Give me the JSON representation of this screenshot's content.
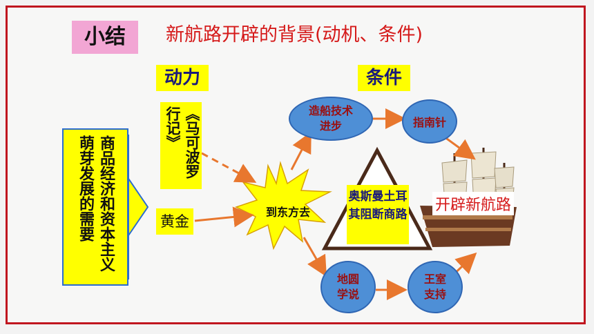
{
  "header": {
    "summary_label": "小结",
    "title": "新航路开辟的背景(动机、条件)"
  },
  "columns": {
    "driver_heading": "动力",
    "condition_heading": "条件"
  },
  "nodes": {
    "economic_need": "商品经济和资本主义萌芽发展的需要",
    "marco_polo_book": "《马可波罗行记》",
    "gold": "黄金",
    "go_east": "到东方去",
    "shipbuilding": "造船技术进步",
    "compass": "指南针",
    "ottoman_block": "奥斯曼土耳其阻断商路",
    "new_route": "开辟新航路",
    "spherical_earth": "地圆学说",
    "royal_support": "王室支持"
  },
  "colors": {
    "frame": "#c0161f",
    "title": "#d51a1a",
    "highlight": "#ffff00",
    "circle_fill": "#4e8fd6",
    "arrow": "#e8772e",
    "circle_text": "#9b0f0f"
  }
}
